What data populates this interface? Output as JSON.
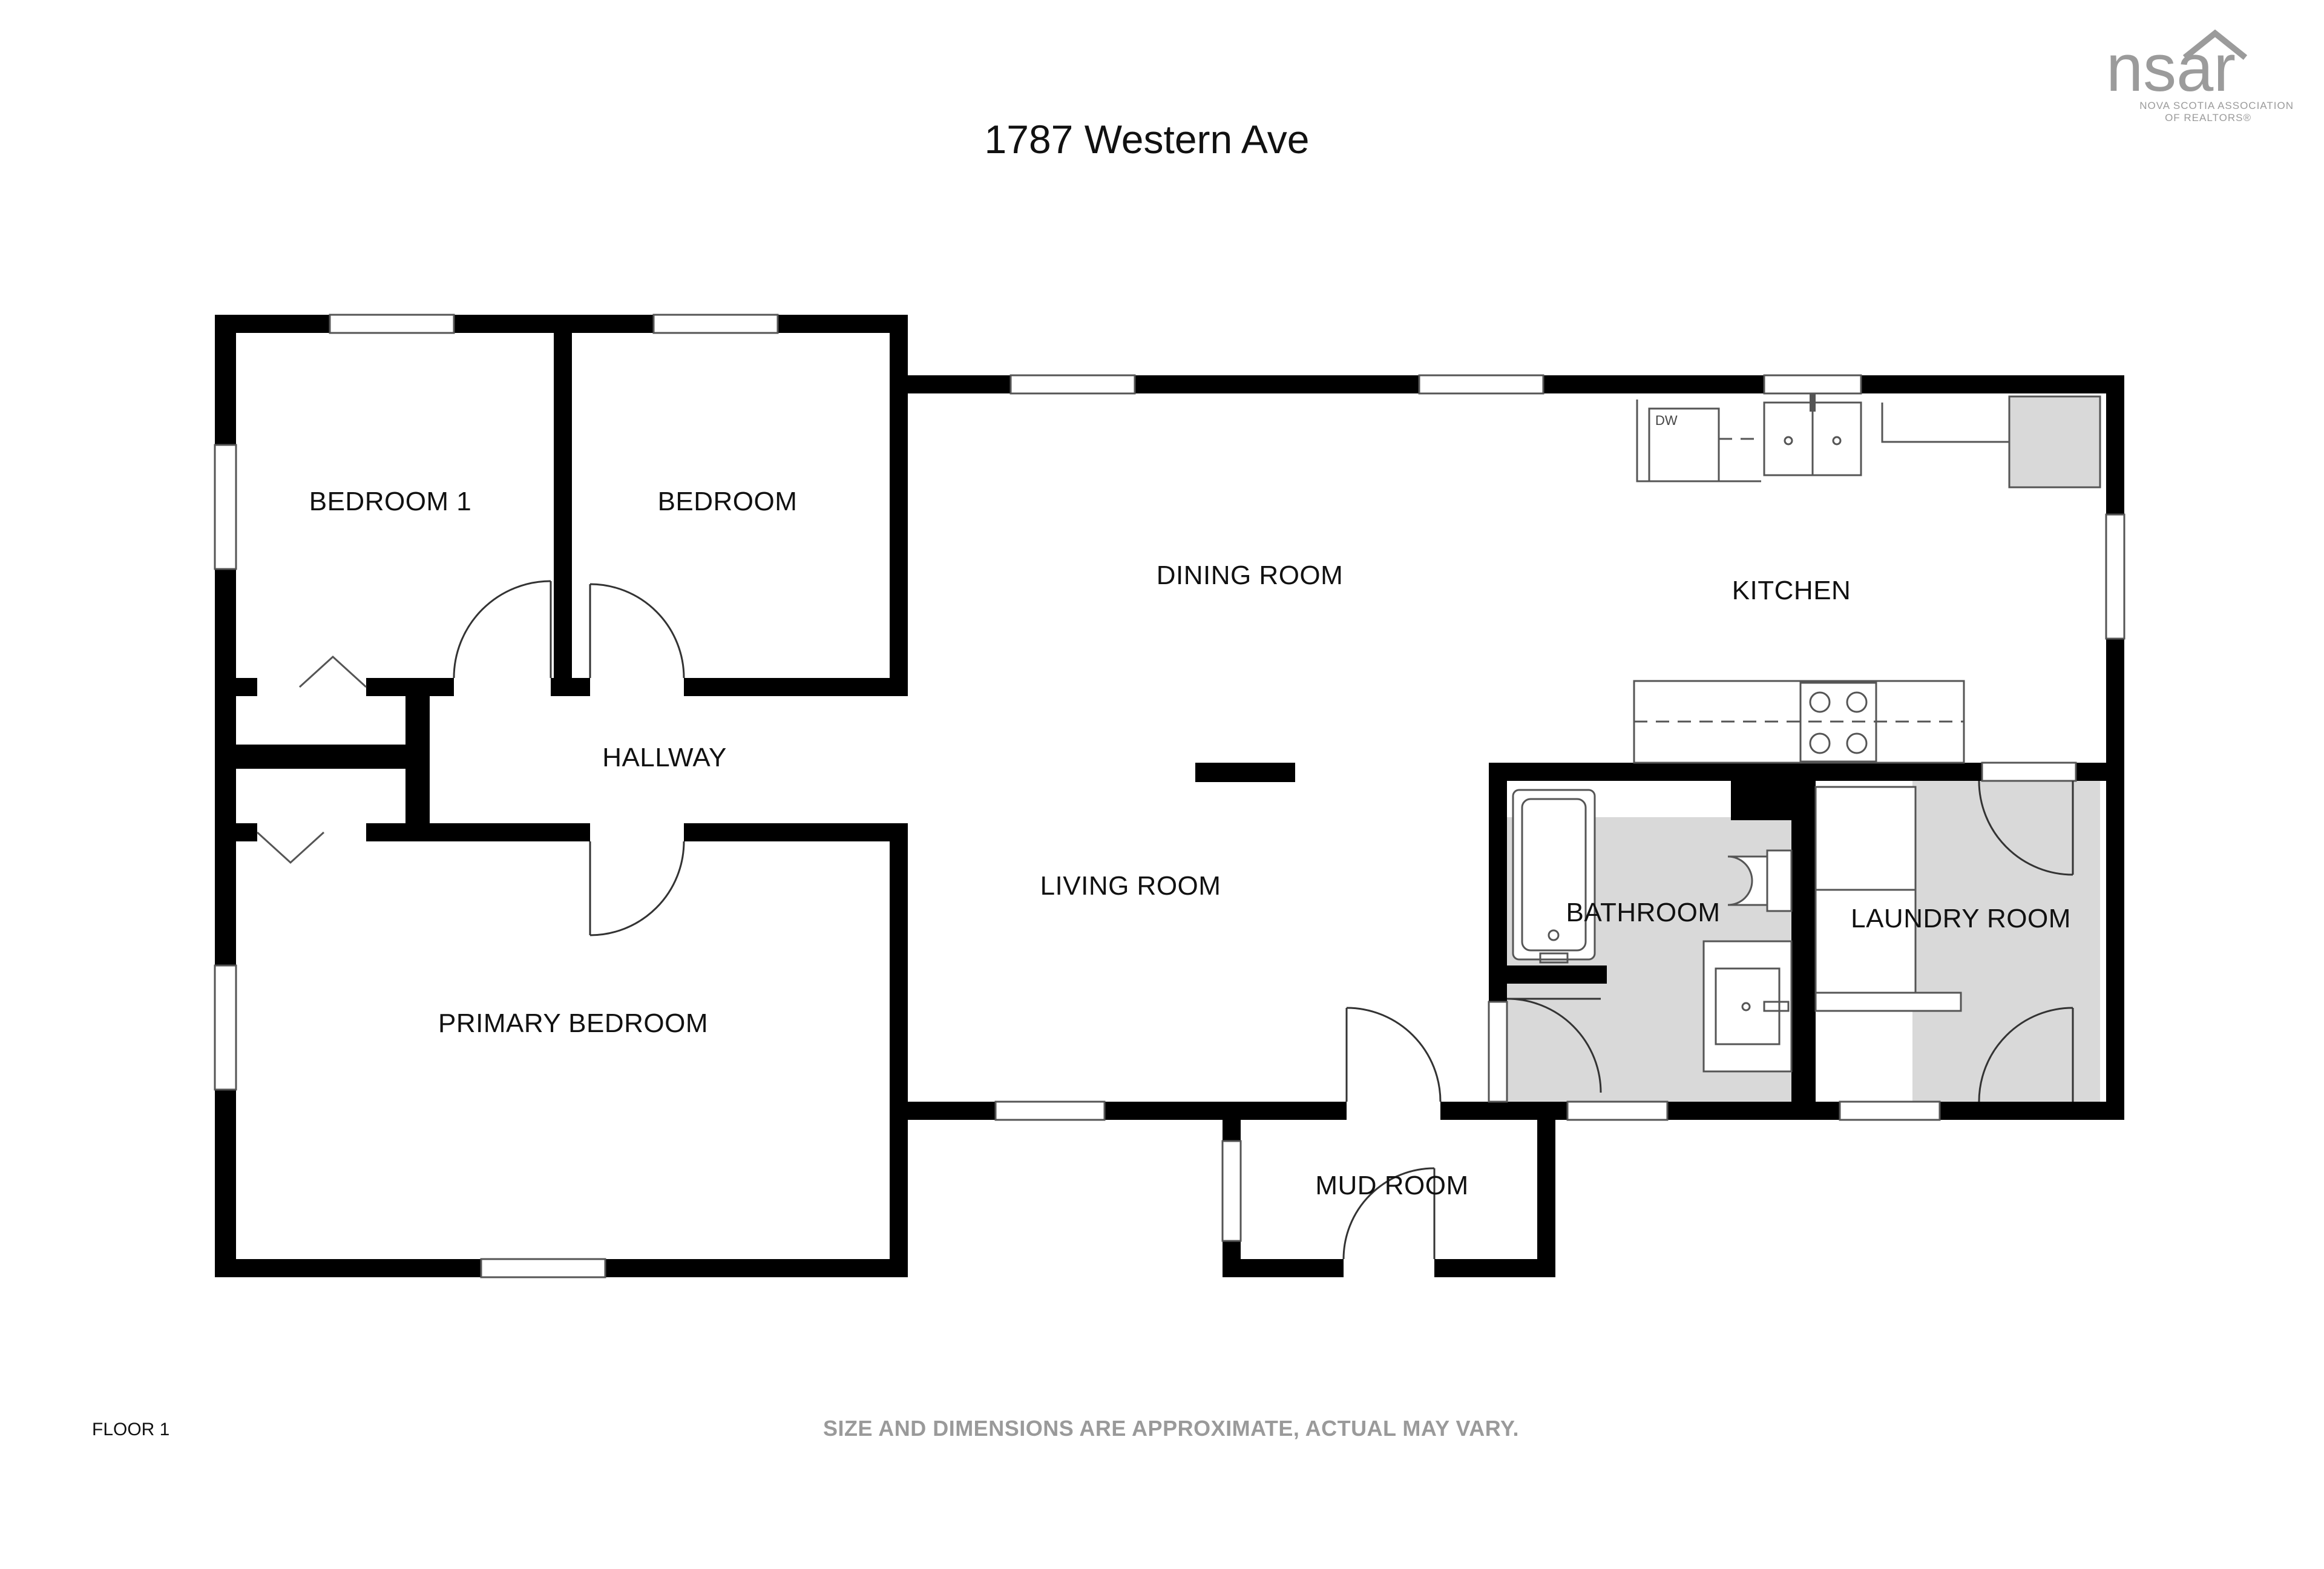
{
  "header": {
    "title": "1787 Western Ave"
  },
  "logo": {
    "text": "nsar",
    "subtitle_line1": "NOVA SCOTIA ASSOCIATION",
    "subtitle_line2": "OF REALTORS®",
    "icon": "house-roof-icon"
  },
  "rooms": {
    "bedroom_1": "BEDROOM 1",
    "bedroom": "BEDROOM",
    "dining_room": "DINING ROOM",
    "kitchen": "KITCHEN",
    "hallway": "HALLWAY",
    "living_room": "LIVING ROOM",
    "bathroom": "BATHROOM",
    "laundry_room": "LAUNDRY ROOM",
    "primary_bedroom": "PRIMARY BEDROOM",
    "mud_room": "MUD ROOM"
  },
  "fixtures": {
    "dishwasher_label": "DW"
  },
  "footer": {
    "floor_label": "FLOOR 1",
    "disclaimer": "SIZE AND DIMENSIONS ARE APPROXIMATE, ACTUAL MAY VARY."
  },
  "colors": {
    "wall": "#000000",
    "wet_room_fill": "#d9d9d9",
    "disclaimer_text": "#9a9a9a",
    "logo": "#9b9b9b"
  }
}
